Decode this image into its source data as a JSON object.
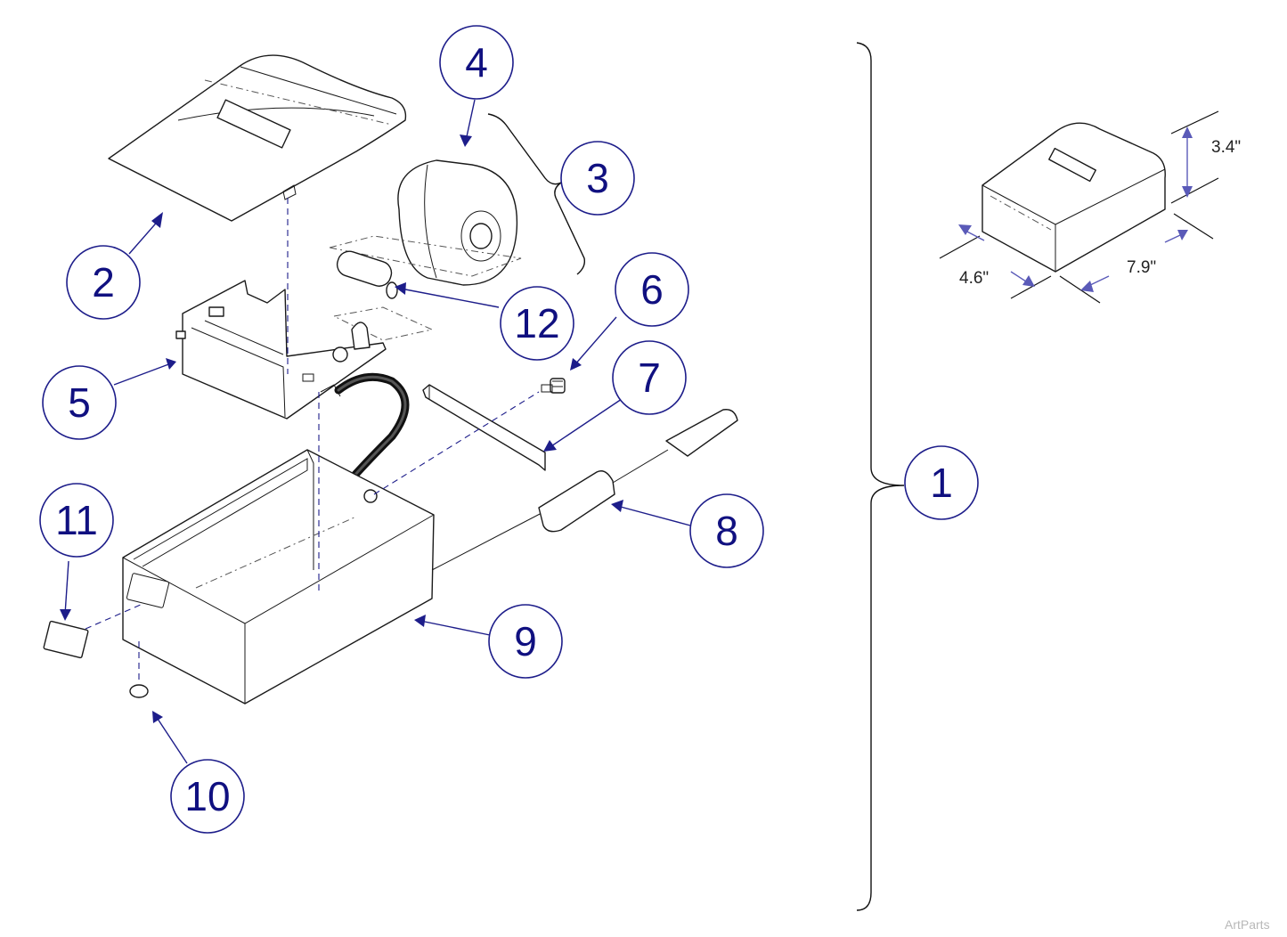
{
  "callouts": [
    {
      "label": "1"
    },
    {
      "label": "2"
    },
    {
      "label": "3"
    },
    {
      "label": "4"
    },
    {
      "label": "5"
    },
    {
      "label": "6"
    },
    {
      "label": "7"
    },
    {
      "label": "8"
    },
    {
      "label": "9"
    },
    {
      "label": "10"
    },
    {
      "label": "11"
    },
    {
      "label": "12"
    }
  ],
  "dimensions": {
    "height": "3.4\"",
    "depth": "4.6\"",
    "width": "7.9\""
  },
  "watermark": "ArtParts",
  "colors": {
    "callout": "#1d1d8a",
    "dimension_arrow": "#5a5ab8"
  }
}
